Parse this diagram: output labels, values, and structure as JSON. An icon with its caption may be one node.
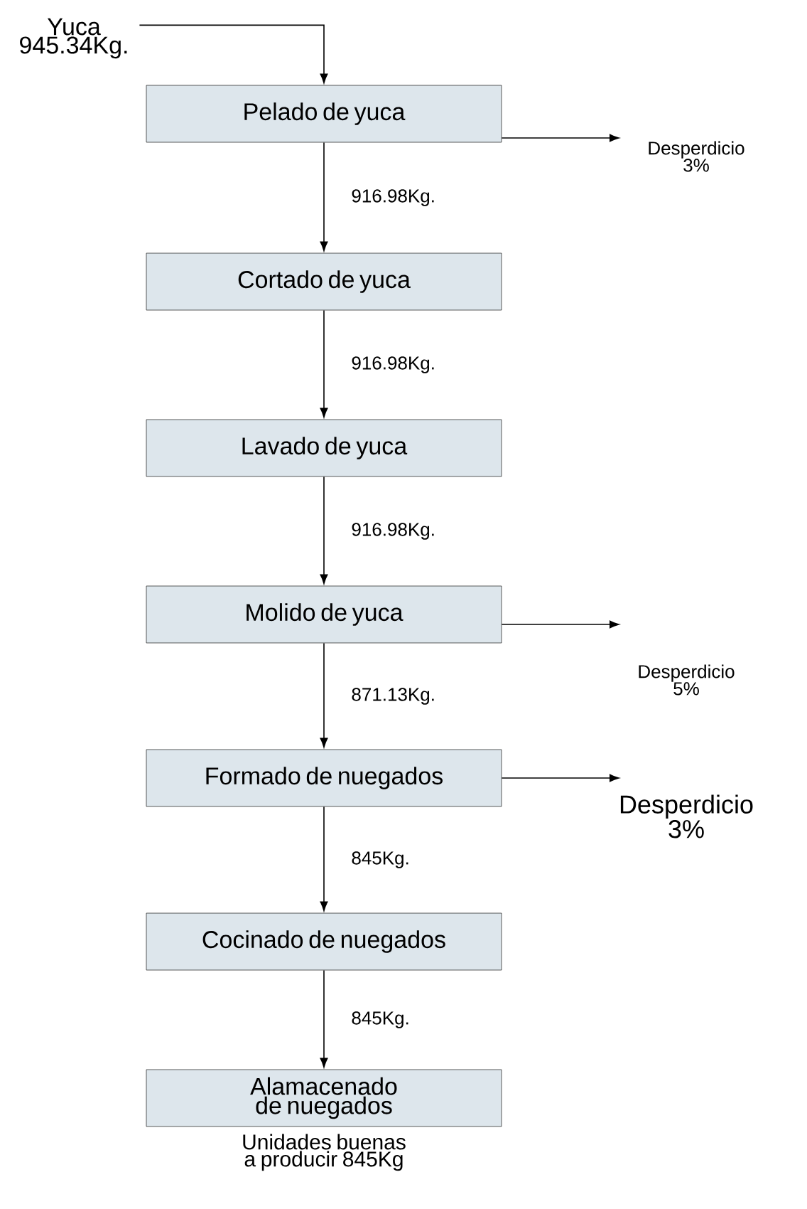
{
  "diagram": {
    "nodes": [
      {
        "text": [
          "Yuca 945.34Kg."
        ]
      },
      {
        "text": [
          "Pelado de yuca"
        ]
      },
      {
        "text": [
          "Cortado de yuca"
        ]
      },
      {
        "text": [
          "Lavado de yuca"
        ]
      },
      {
        "text": [
          "Molido de yuca"
        ]
      },
      {
        "text": [
          "Formado de nuegados"
        ]
      },
      {
        "text": [
          "Cocinado de nuegados"
        ]
      },
      {
        "text": [
          "Alamacenado de nuegados"
        ],
        "beside": [
          "Unidades buenas a producir 845Kg"
        ]
      },
      {
        "text": [
          "Desperdicio 3%"
        ]
      },
      {
        "text": [
          "Desperdicio 5%"
        ]
      },
      {
        "text": [
          "Desperdicio 3%"
        ]
      }
    ],
    "edges": [
      {
        "from": 0,
        "to": 1,
        "arrow": "to"
      },
      {
        "from": 1,
        "to": 2,
        "arrow": "to",
        "label": "916.98Kg."
      },
      {
        "from": 2,
        "to": 3,
        "arrow": "to",
        "label": "916.98Kg."
      },
      {
        "from": 3,
        "to": 4,
        "arrow": "to",
        "label": "916.98Kg."
      },
      {
        "from": 4,
        "to": 5,
        "arrow": "to",
        "label": "871.13Kg."
      },
      {
        "from": 5,
        "to": 6,
        "arrow": "to",
        "label": "845Kg."
      },
      {
        "from": 6,
        "to": 7,
        "arrow": "to",
        "label": "845Kg."
      },
      {
        "from": 1,
        "to": 8,
        "arrow": "to"
      },
      {
        "from": 4,
        "to": 9,
        "arrow": "to"
      },
      {
        "from": 5,
        "to": 10,
        "arrow": "to"
      }
    ]
  }
}
